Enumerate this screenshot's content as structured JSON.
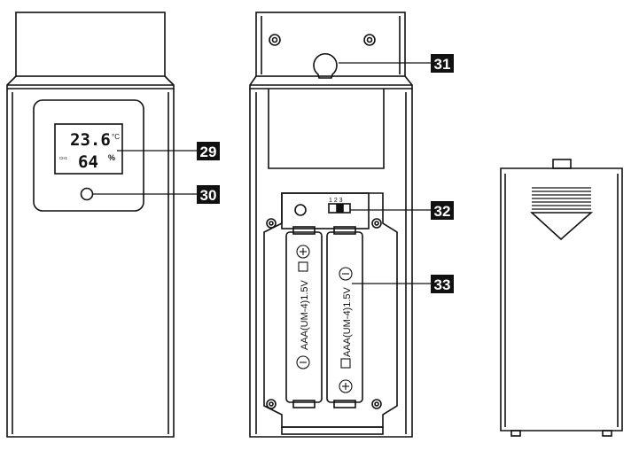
{
  "lcd": {
    "temperature": "23.6",
    "temp_unit": "°C",
    "channel_tag": "CH1",
    "humidity": "64",
    "humidity_unit": "%"
  },
  "switch_positions": "1 2 3",
  "battery_left_label": "AAA(UM-4)1.5V",
  "battery_right_label": "AAA(UM-4)1.5V",
  "callouts": {
    "c29": "29",
    "c30": "30",
    "c31": "31",
    "c32": "32",
    "c33": "33"
  }
}
